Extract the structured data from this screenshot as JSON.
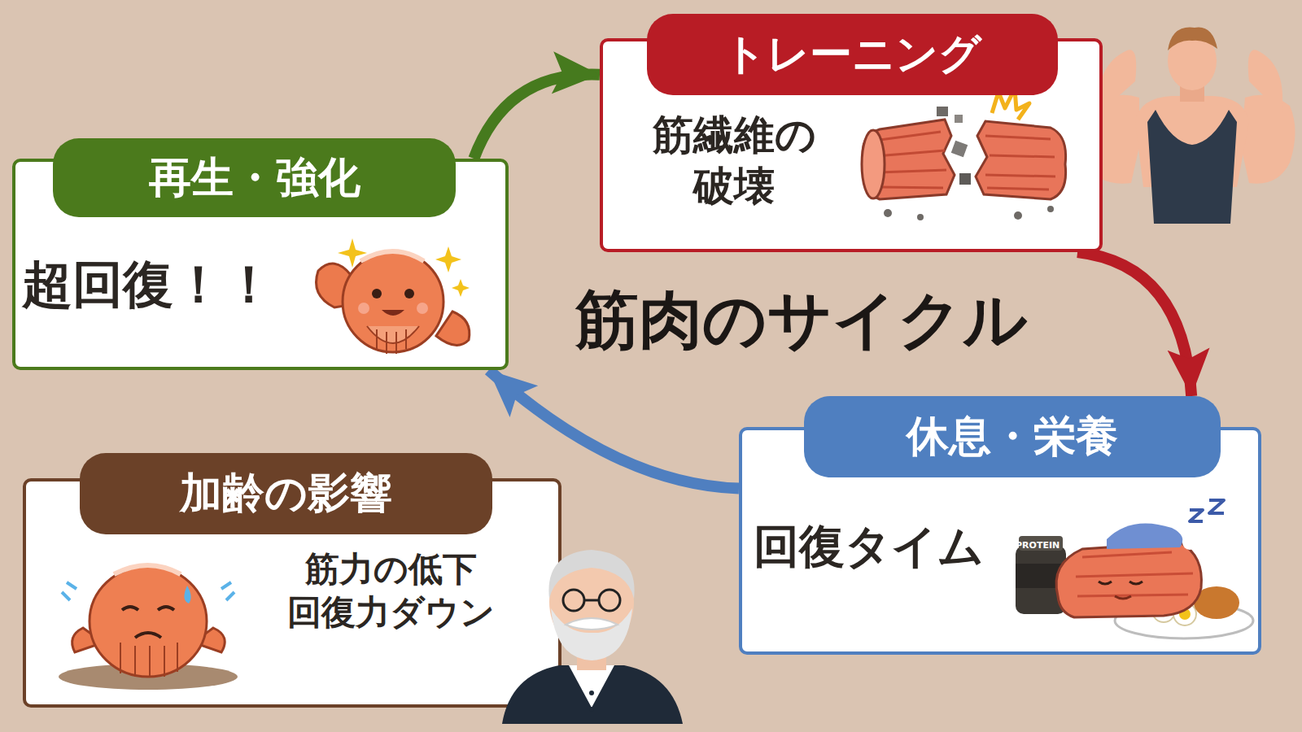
{
  "diagram": {
    "title": "筋肉のサイクル",
    "nodes": [
      {
        "text": [
          "トレーニング",
          "筋繊維の 破壊"
        ]
      },
      {
        "text": [
          "再生・強化",
          "超回復！！"
        ]
      },
      {
        "text": [
          "休息・栄養",
          "回復タイム"
        ]
      },
      {
        "text": [
          "加齢の影響",
          "筋力の低下 回復力ダウン"
        ]
      }
    ],
    "edges": [
      {
        "from": 1,
        "to": 0,
        "arrow": "to"
      },
      {
        "from": 0,
        "to": 2,
        "arrow": "to"
      },
      {
        "from": 2,
        "to": 1,
        "arrow": "to"
      }
    ],
    "labels": [
      "PROTEIN"
    ]
  }
}
